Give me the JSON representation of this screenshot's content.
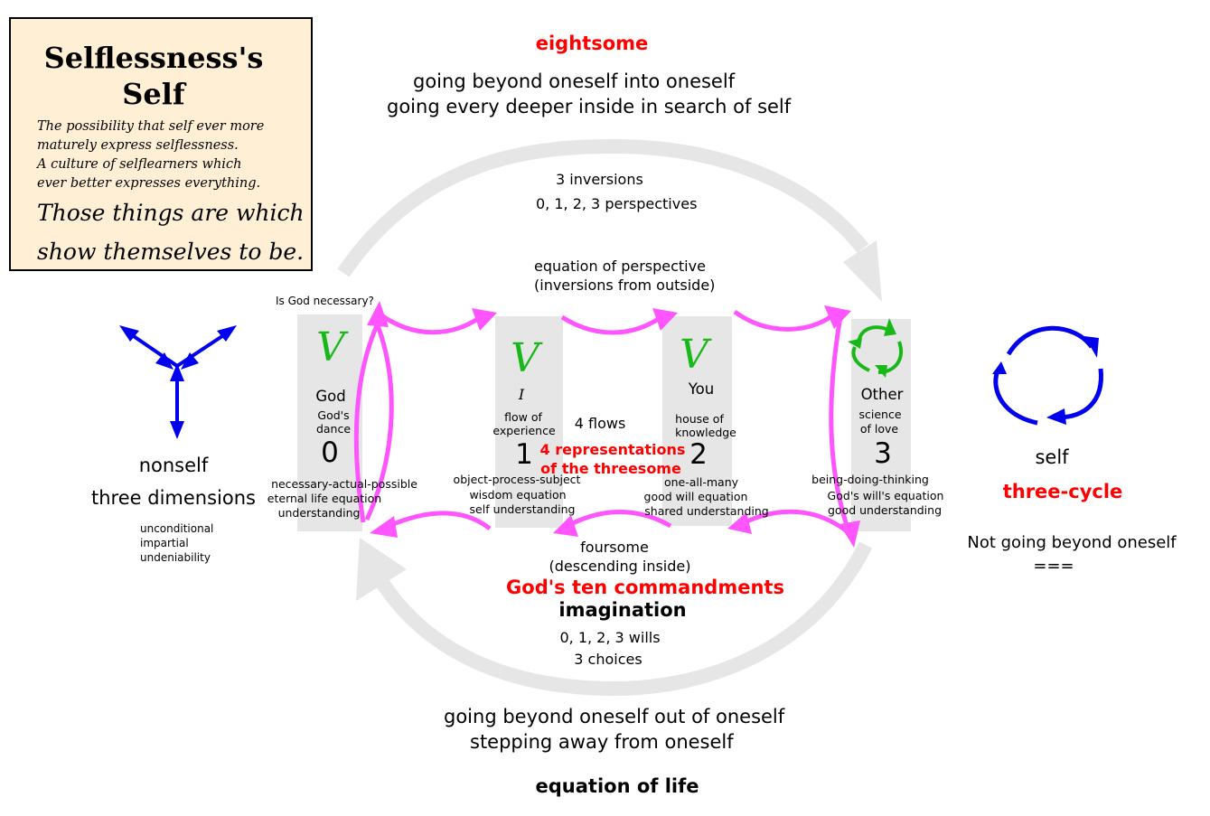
{
  "title_box": {
    "heading_line1": "Selflessness's",
    "heading_line2": "Self",
    "desc_line1": "The possibility that self ever more",
    "desc_line2": "maturely express selflessness.",
    "desc_line3": "A culture of selflearners which",
    "desc_line4": "ever better expresses everything.",
    "quote_line1": "Those things are which",
    "quote_line2": "show themselves to be."
  },
  "top": {
    "eightsome": "eightsome",
    "line1": "going beyond oneself into oneself",
    "line2": "going every deeper inside in search of self",
    "inversions": "3 inversions",
    "perspectives": "0, 1, 2, 3 perspectives",
    "equation_perspective": "equation of perspective",
    "inversions_outside": "(inversions from outside)",
    "god_question": "Is God necessary?"
  },
  "columns": [
    {
      "glyph": "V",
      "name": "God",
      "sub1": "God's",
      "sub2": "dance",
      "number": "0",
      "foot1": "necessary-actual-possible",
      "foot2": "eternal life equation",
      "foot3": "understanding"
    },
    {
      "glyph": "V",
      "name": "I",
      "sub1": "flow of",
      "sub2": "experience",
      "number": "1",
      "foot1": "object-process-subject",
      "foot2": "wisdom equation",
      "foot3": "self understanding"
    },
    {
      "glyph": "V",
      "name": "You",
      "sub1": "house of",
      "sub2": "knowledge",
      "number": "2",
      "foot1": "one-all-many",
      "foot2": "good will equation",
      "foot3": "shared understanding"
    },
    {
      "glyph": "",
      "name": "Other",
      "sub1": "science",
      "sub2": "of love",
      "number": "3",
      "foot1": "being-doing-thinking",
      "foot2": "God's will's equation",
      "foot3": "good understanding"
    }
  ],
  "center": {
    "flows": "4 flows",
    "representations1": "4 representations",
    "representations2": "of the threesome"
  },
  "left": {
    "nonself": "nonself",
    "three_dimensions": "three dimensions",
    "item1": "unconditional",
    "item2": "impartial",
    "item3": "undeniability"
  },
  "right": {
    "self": "self",
    "three_cycle": "three-cycle",
    "not_going": "Not going beyond oneself",
    "equals": "==="
  },
  "bottom": {
    "foursome": "foursome",
    "descending": "(descending inside)",
    "commandments": "God's ten commandments",
    "imagination": "imagination",
    "wills": "0, 1, 2, 3 wills",
    "choices": "3 choices",
    "out_line1": "going beyond oneself out of oneself",
    "out_line2": "stepping away from oneself",
    "equation_life": "equation of life"
  },
  "colors": {
    "magenta": "#ff55ff",
    "grey_arc": "#e6e6e6",
    "blue": "#0000ee",
    "green": "#17b817",
    "red": "#ff0000",
    "title_bg": "#ffefd5"
  },
  "icons": [
    "tri-arrow-icon",
    "cycle-icon",
    "recycle-icon",
    "v-glyph-icon"
  ]
}
